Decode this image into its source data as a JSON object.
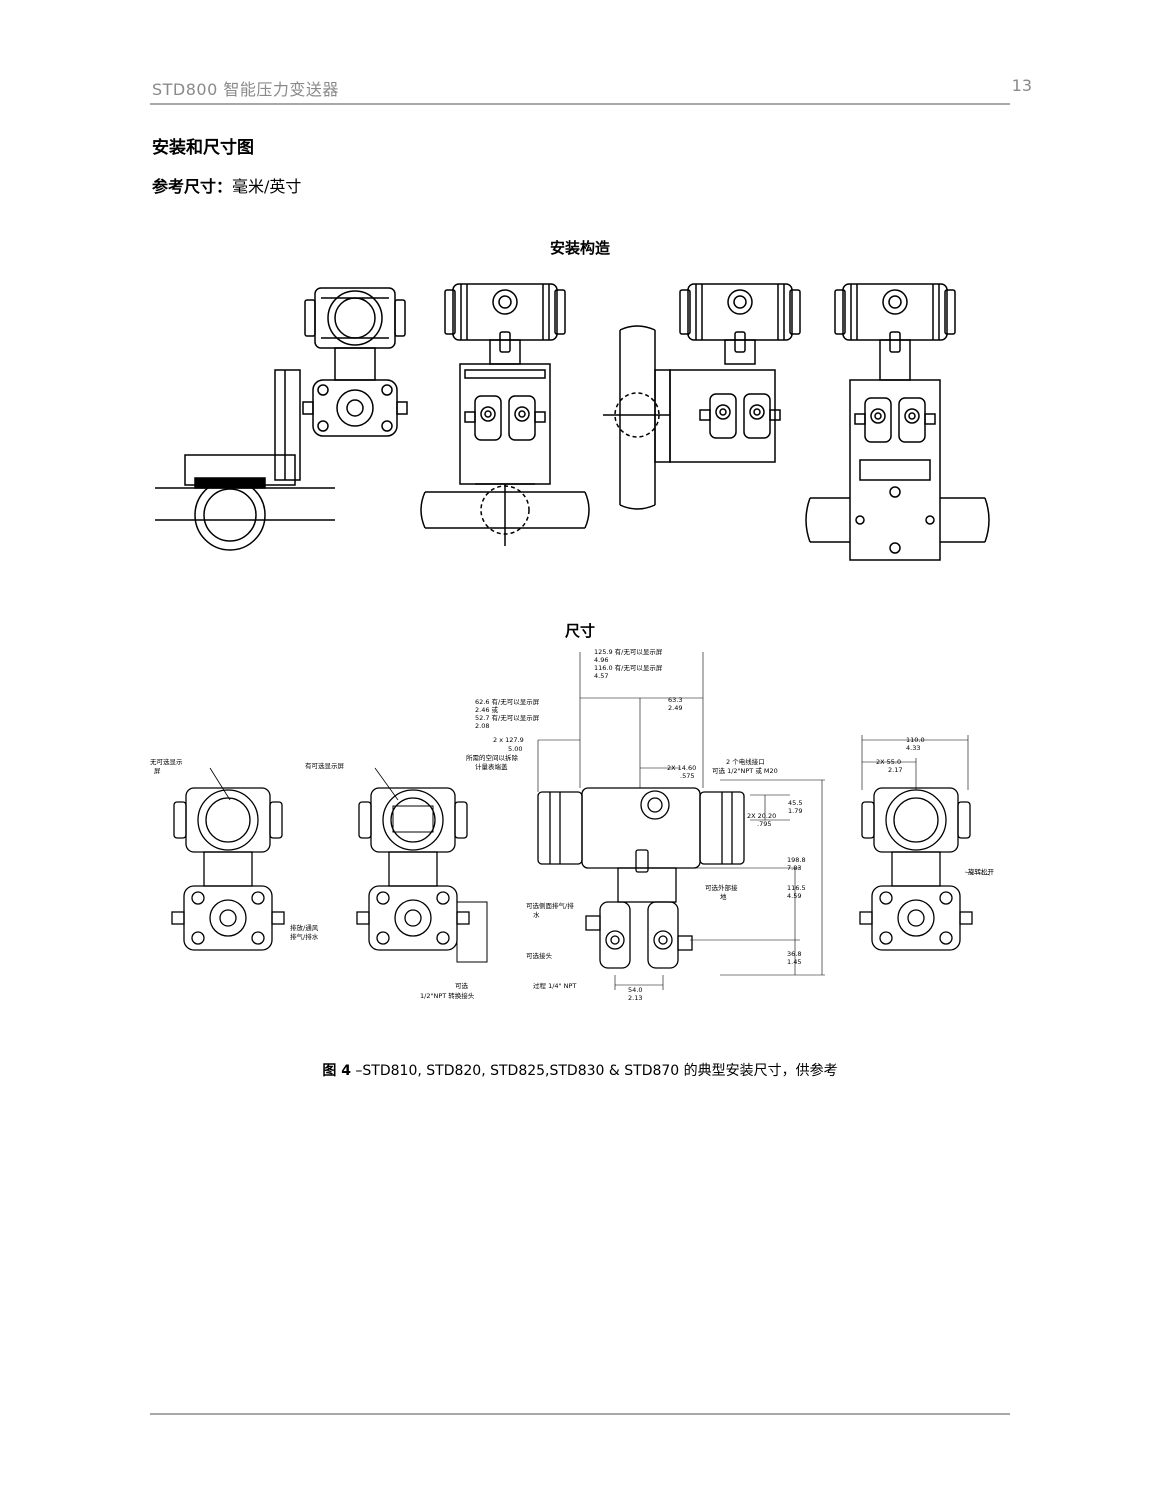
{
  "header": {
    "title": "STD800 智能压力变送器",
    "page_number": "13"
  },
  "section": {
    "heading": "安装和尺寸图",
    "ref_label": "参考尺寸：",
    "ref_value": "毫米/英寸"
  },
  "figures": {
    "mounting_title": "安装构造",
    "dimensions_title": "尺寸"
  },
  "dimension_labels": {
    "d1": "125.9 有/无可以显示屏",
    "d1b": "4.96",
    "d2": "116.0 有/无可以显示屏",
    "d2b": "4.57",
    "d3": "62.6 有/无可以显示屏",
    "d3b": "2.46 或",
    "d4": "52.7 有/无可以显示屏",
    "d4b": "2.08",
    "d5": "2 x 127.9",
    "d5b": "5.00",
    "d5c": "所需的空间以拆除",
    "d5d": "计量表端盖",
    "d6": "63.3",
    "d6b": "2.49",
    "d7": "2X 14.60",
    "d7b": ".575",
    "d8": "2 个电线接口",
    "d8b": "可选 1/2\"NPT 或 M20",
    "d9": "45.5",
    "d9b": "1.79",
    "d10": "2X 20.20",
    "d10b": ".795",
    "d11": "198.8",
    "d11b": "7.83",
    "d12": "116.5",
    "d12b": "4.59",
    "d13": "36.8",
    "d13b": "1.45",
    "d14": "54.0",
    "d14b": "2.13",
    "d15": "110.0",
    "d15b": "4.33",
    "d16": "2X 55.0",
    "d16b": "2.17",
    "n1": "无可选显示",
    "n1b": "屏",
    "n2": "有可选显示屏",
    "n3": "可选外部接",
    "n3b": "地",
    "n4": "可选侧面排气/排",
    "n4b": "水",
    "n5": "可选接头",
    "n6": "过程 1/4\" NPT",
    "n7": "排放/通风",
    "n7b": "排气/排水",
    "n8": "可选",
    "n8b": "1/2\"NPT 转换接头",
    "n9": "旋转松开"
  },
  "caption": {
    "label": "图 4",
    "text": " –STD810, STD820, STD825,STD830 & STD870 的典型安装尺寸，供参考"
  }
}
